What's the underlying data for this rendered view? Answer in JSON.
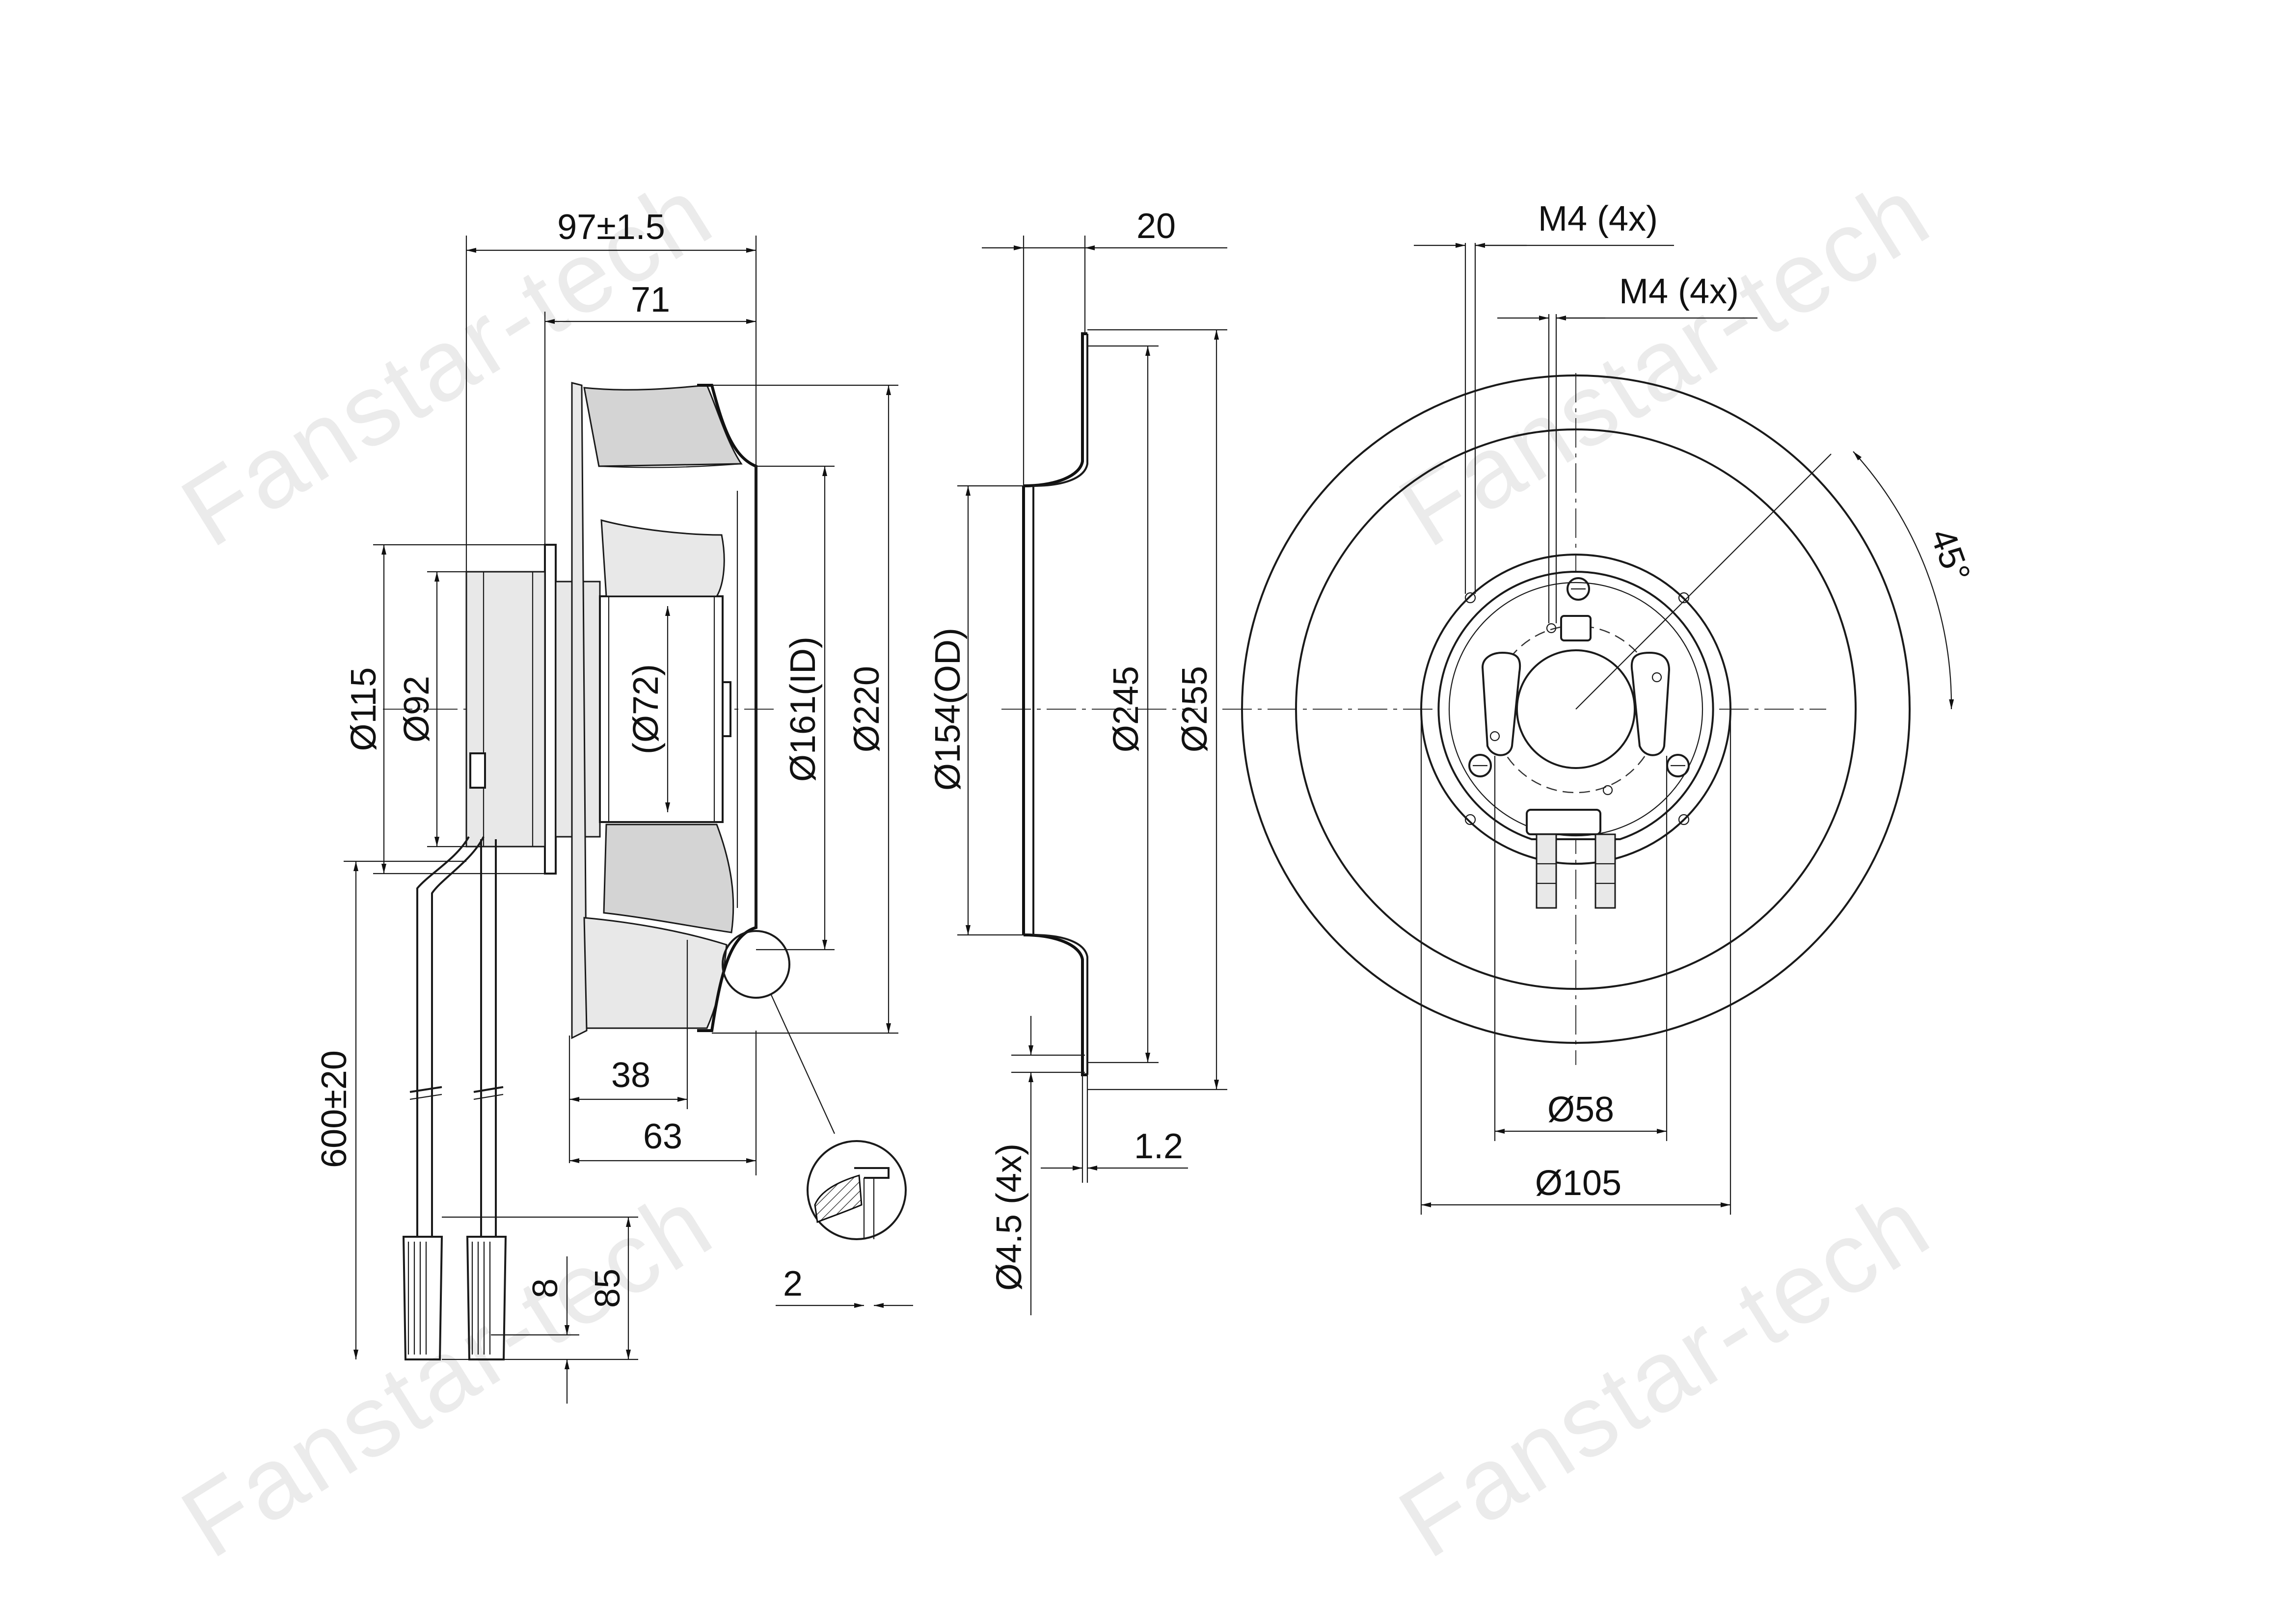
{
  "watermark": "Fanstar-tech",
  "side_view": {
    "overall_length": "97±1.5",
    "length_71": "71",
    "inlet_depth_38": "38",
    "depth_63": "63",
    "dia_115": "Ø115",
    "dia_92": "Ø92",
    "dia_72": "(Ø72)",
    "dia_161": "Ø161(ID)",
    "dia_220": "Ø220",
    "cable_length": "600±20",
    "strip_8": "8",
    "strip_85": "85",
    "detail_2": "2"
  },
  "section_view": {
    "depth_20": "20",
    "dia_154": "Ø154(OD)",
    "dia_245": "Ø245",
    "dia_255": "Ø255",
    "holes": "Ø4.5 (4x)",
    "thickness": "1.2"
  },
  "front_view": {
    "thread_outer": "M4 (4x)",
    "thread_inner": "M4 (4x)",
    "angle": "45°",
    "dia_58": "Ø58",
    "dia_105": "Ø105"
  }
}
